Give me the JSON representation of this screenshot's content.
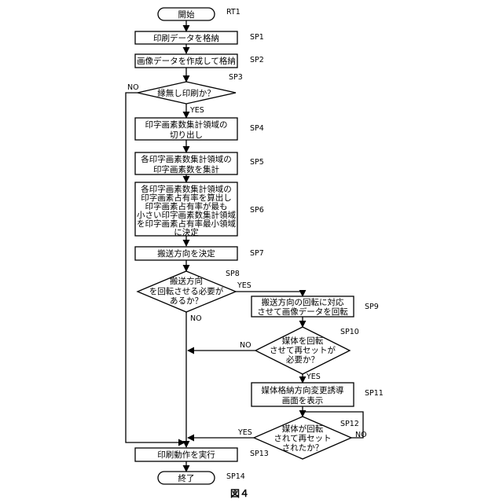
{
  "figure": {
    "caption": "図４"
  },
  "labels": {
    "yes": "YES",
    "no": "NO"
  },
  "nodes": {
    "rt1": {
      "text": "開始",
      "tag": "RT1"
    },
    "sp1": {
      "text": "印刷データを格納",
      "tag": "SP1"
    },
    "sp2": {
      "text": "画像データを作成して格納",
      "tag": "SP2"
    },
    "sp3": {
      "text": "縁無し印刷か？",
      "tag": "SP3"
    },
    "sp4": {
      "line1": "印字画素数集計領域の",
      "line2": "切り出し",
      "tag": "SP4"
    },
    "sp5": {
      "line1": "各印字画素数集計領域の",
      "line2": "印字画素数を集計",
      "tag": "SP5"
    },
    "sp6": {
      "line1": "各印字画素数集計領域の",
      "line2": "印字画素占有率を算出し",
      "line3": "印字画素占有率が最も",
      "line4": "小さい印字画素数集計領域",
      "line5": "を印字画素占有率最小領域",
      "line6": "に決定",
      "tag": "SP6"
    },
    "sp7": {
      "text": "搬送方向を決定",
      "tag": "SP7"
    },
    "sp8": {
      "line1": "搬送方向",
      "line2": "を回転させる必要が",
      "line3": "あるか？",
      "tag": "SP8"
    },
    "sp9": {
      "line1": "搬送方向の回転に対応",
      "line2": "させて画像データを回転",
      "tag": "SP9"
    },
    "sp10": {
      "line1": "媒体を回転",
      "line2": "させて再セットが",
      "line3": "必要か？",
      "tag": "SP10"
    },
    "sp11": {
      "line1": "媒体格納方向変更誘導",
      "line2": "画面を表示",
      "tag": "SP11"
    },
    "sp12": {
      "line1": "媒体が回転",
      "line2": "されて再セット",
      "line3": "されたか？",
      "tag": "SP12"
    },
    "sp13": {
      "text": "印刷動作を実行",
      "tag": "SP13"
    },
    "sp14": {
      "text": "終了",
      "tag": "SP14"
    }
  }
}
